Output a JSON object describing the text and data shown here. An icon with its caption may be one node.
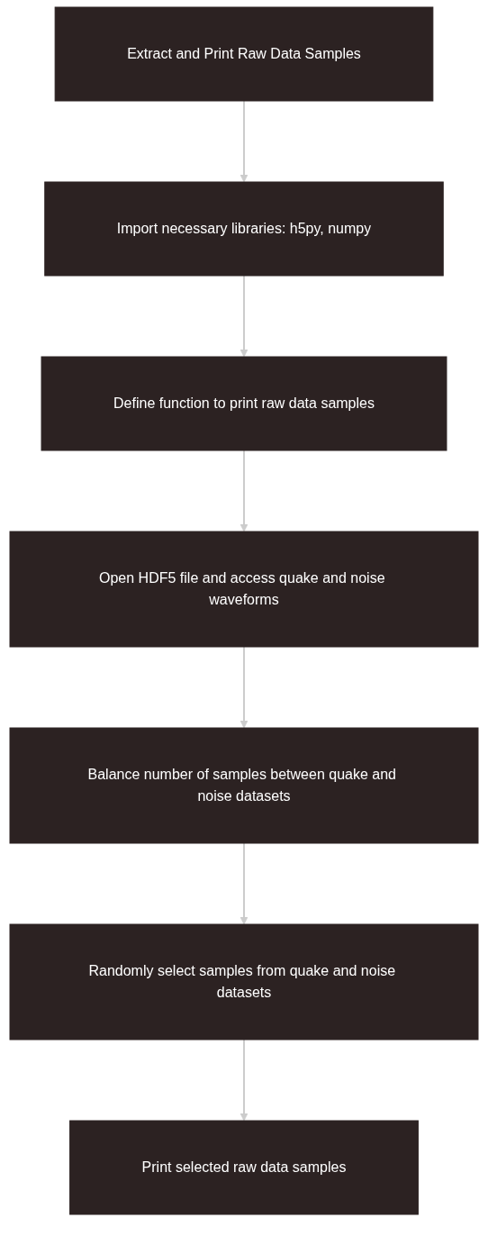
{
  "diagram": {
    "nodes": [
      {
        "text": [
          "Extract and Print Raw Data Samples"
        ]
      },
      {
        "text": [
          "Import necessary libraries: h5py, numpy"
        ]
      },
      {
        "text": [
          "Define function to print raw data samples"
        ]
      },
      {
        "text": [
          "Open HDF5 file and access quake and noise waveforms"
        ]
      },
      {
        "text": [
          "Balance number of samples between quake and noise datasets"
        ]
      },
      {
        "text": [
          "Randomly select samples from quake and noise datasets"
        ]
      },
      {
        "text": [
          "Print selected raw data samples"
        ]
      }
    ],
    "edges": [
      {
        "from": 0,
        "to": 1,
        "arrow": "to"
      },
      {
        "from": 1,
        "to": 2,
        "arrow": "to"
      },
      {
        "from": 2,
        "to": 3,
        "arrow": "to"
      },
      {
        "from": 3,
        "to": 4,
        "arrow": "to"
      },
      {
        "from": 4,
        "to": 5,
        "arrow": "to"
      },
      {
        "from": 5,
        "to": 6,
        "arrow": "to"
      }
    ]
  }
}
